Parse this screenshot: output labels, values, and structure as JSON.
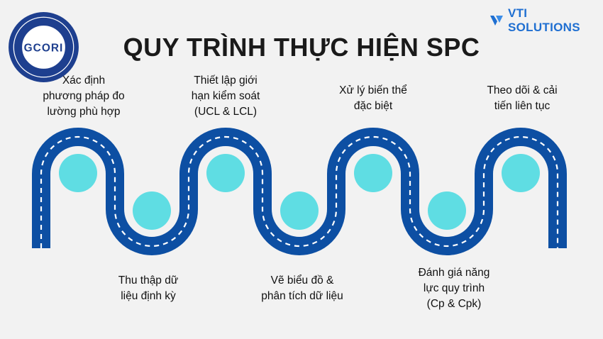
{
  "title": "QUY TRÌNH THỰC HIỆN SPC",
  "logo_left": {
    "text": "GCORI",
    "icon": "gcori-seal-logo"
  },
  "logo_right": {
    "text": "VTI SOLUTIONS",
    "icon": "vti-logo-mark"
  },
  "steps_top": [
    {
      "label": "Xác định\nphương pháp đo\nlường phù hợp"
    },
    {
      "label": "Thiết lập giới\nhạn kiểm soát\n(UCL & LCL)"
    },
    {
      "label": "Xử lý biến thể\nđặc biệt"
    },
    {
      "label": "Theo dõi & cải\ntiến liên tục"
    }
  ],
  "steps_bottom": [
    {
      "label": "Thu thập dữ\nliệu định kỳ"
    },
    {
      "label": "Vẽ biểu đồ &\nphân tích dữ liệu"
    },
    {
      "label": "Đánh giá năng\nlực quy trình\n(Cp & Cpk)"
    }
  ],
  "colors": {
    "road": "#0d4fa3",
    "dash": "#ffffff",
    "circle": "#5fdde3",
    "brand": "#1f6fd1"
  }
}
